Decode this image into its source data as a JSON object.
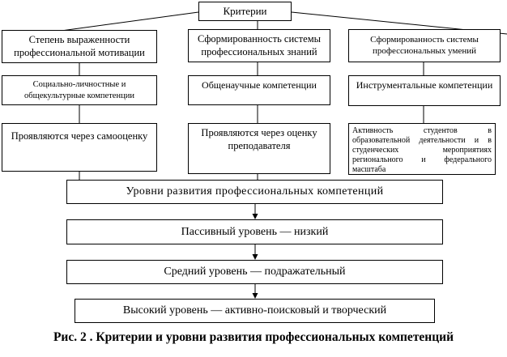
{
  "diagram": {
    "root": "Критерии",
    "criteria": [
      "Степень выраженности профессиональной мотивации",
      "Сформированность системы профессиональных знаний",
      "Сформированность системы профессиональных умений"
    ],
    "competences": [
      "Социально-личностные и общекультурные компетенции",
      "Общенаучные компетенции",
      "Инструментальные компетенции"
    ],
    "manifestations": [
      "Проявляются через самооценку",
      "Проявляются через оценку преподавателя",
      "Активность студентов в образовательной деятельности и в студенческих мероприятиях регионального и федерального масштаба"
    ],
    "levels_header": "Уровни развития профессиональных компетенций",
    "levels": [
      "Пассивный уровень — низкий",
      "Средний уровень — подражательный",
      "Высокий уровень — активно-поисковый и творческий"
    ]
  },
  "caption": "Рис. 2 . Критерии и уровни развития профессиональных компетенций"
}
